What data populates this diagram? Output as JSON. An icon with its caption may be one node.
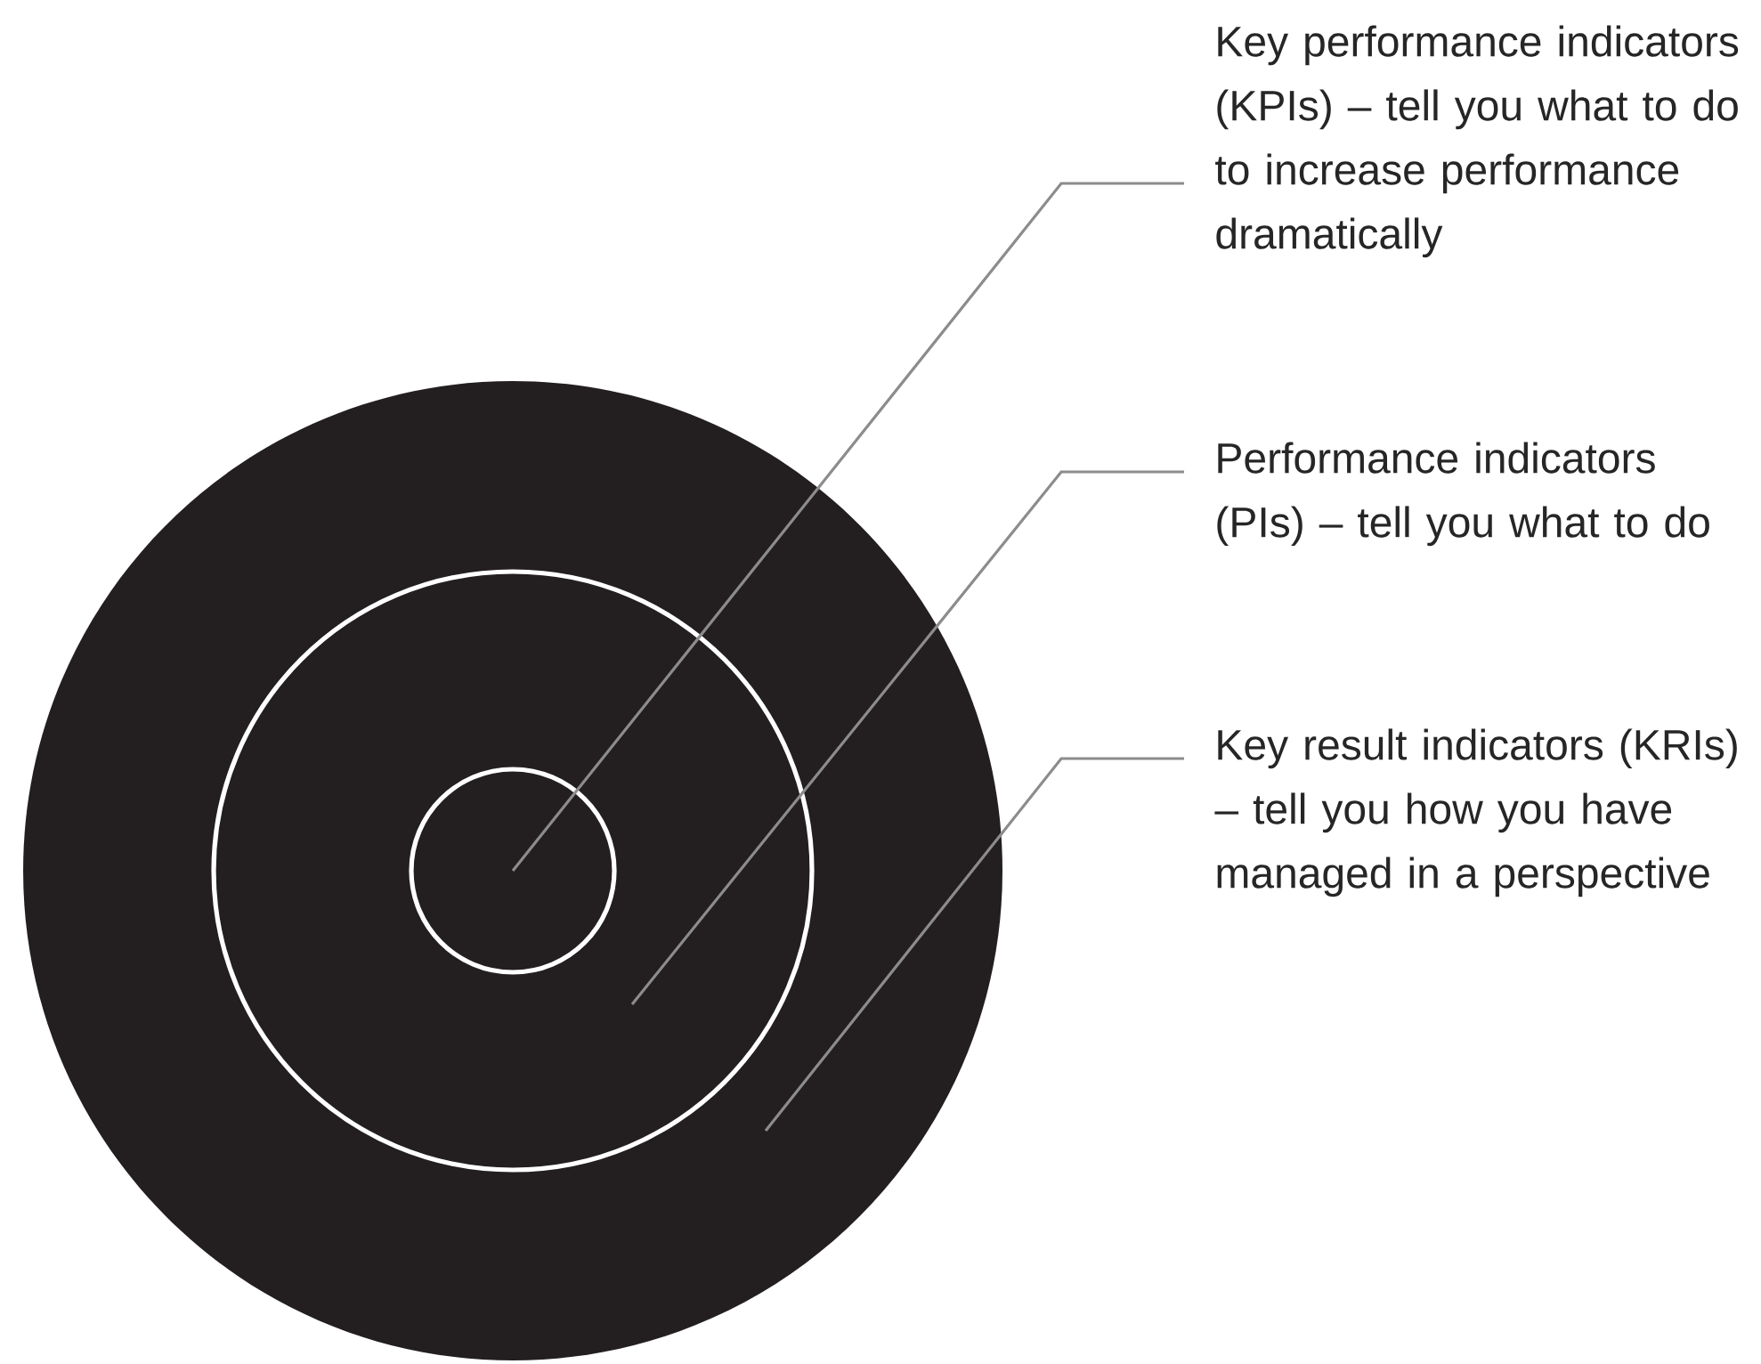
{
  "diagram": {
    "nodes": [
      {
        "text": [
          "Key performance indicators (KPIs) – tell you what to do to increase performance dramatically"
        ]
      },
      {
        "text": [
          "Performance indicators (PIs) – tell you what to do"
        ]
      },
      {
        "text": [
          "Key result indicators (KRIs) – tell you how you have managed in a perspective"
        ]
      },
      {
        "text": [],
        "shape": "circle"
      },
      {
        "text": [],
        "shape": "circle",
        "in": 3
      },
      {
        "text": [],
        "shape": "circle",
        "in": 4
      }
    ],
    "edges": [
      {
        "from": 0,
        "to": 5,
        "arrow": "none"
      },
      {
        "from": 1,
        "to": 4,
        "arrow": "none"
      },
      {
        "from": 2,
        "to": 3,
        "arrow": "none"
      }
    ]
  }
}
